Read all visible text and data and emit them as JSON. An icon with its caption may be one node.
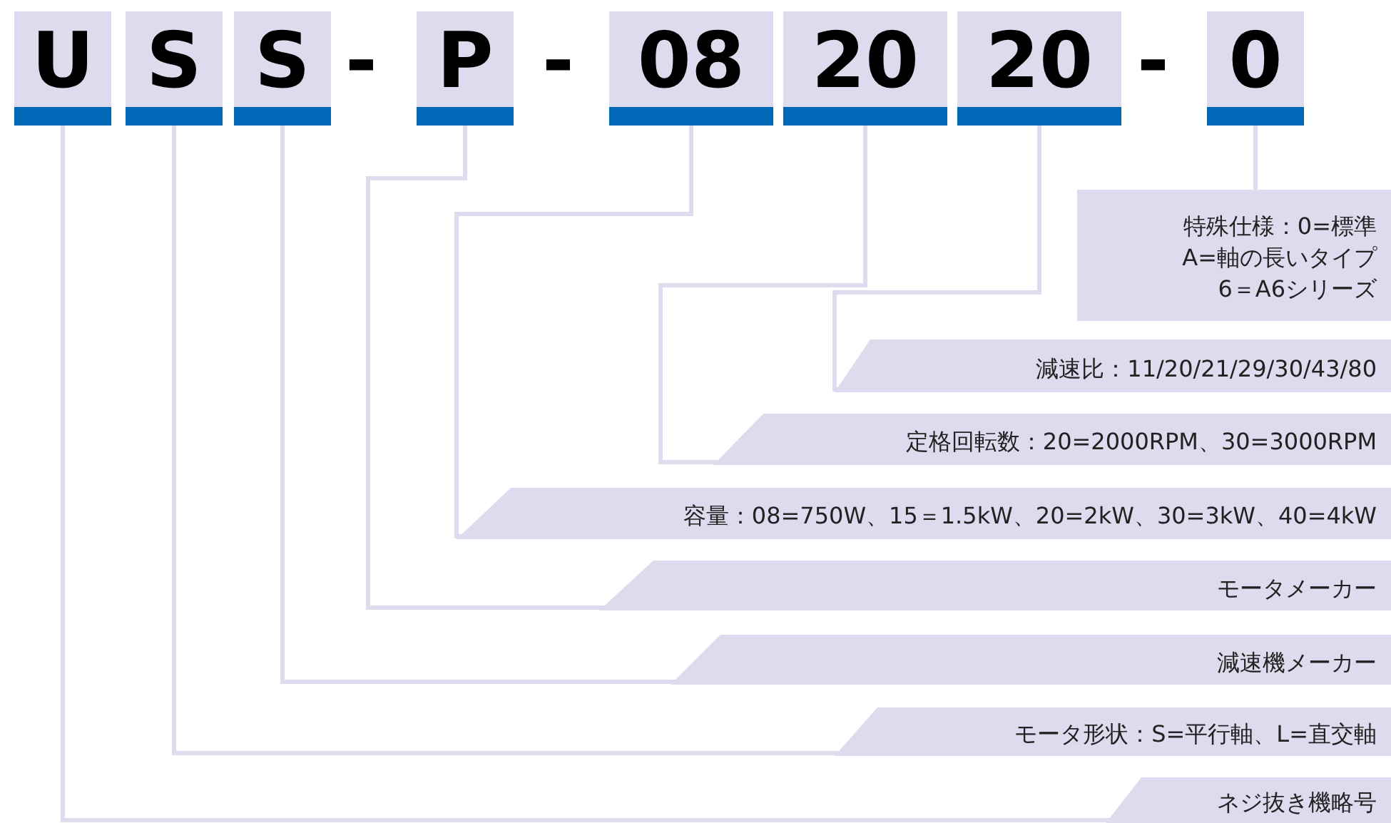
{
  "diagram": {
    "nodes": [
      {
        "text": [
          "U"
        ]
      },
      {
        "text": [
          "S"
        ]
      },
      {
        "text": [
          "S"
        ]
      },
      {
        "text": [
          "P"
        ]
      },
      {
        "text": [
          "08"
        ]
      },
      {
        "text": [
          "20"
        ]
      },
      {
        "text": [
          "20"
        ]
      },
      {
        "text": [
          "0"
        ]
      },
      {
        "text": [
          "特殊仕様：0=標準",
          "A=軸の長いタイプ",
          "6＝A6シリーズ"
        ]
      },
      {
        "text": [
          "減速比：11/20/21/29/30/43/80"
        ]
      },
      {
        "text": [
          "定格回転数：20=2000RPM、30=3000RPM"
        ]
      },
      {
        "text": [
          "容量：08=750W、15＝1.5kW、20=2kW、30=3kW、40=4kW"
        ]
      },
      {
        "text": [
          "モータメーカー"
        ]
      },
      {
        "text": [
          "減速機メーカー"
        ]
      },
      {
        "text": [
          "モータ形状：S=平行軸、L=直交軸"
        ]
      },
      {
        "text": [
          "ネジ抜き機略号"
        ]
      }
    ],
    "edges": [
      {
        "from": 7,
        "to": 8,
        "arrow": "none"
      },
      {
        "from": 6,
        "to": 9,
        "arrow": "none"
      },
      {
        "from": 5,
        "to": 10,
        "arrow": "none"
      },
      {
        "from": 4,
        "to": 11,
        "arrow": "none"
      },
      {
        "from": 3,
        "to": 12,
        "arrow": "none"
      },
      {
        "from": 2,
        "to": 13,
        "arrow": "none"
      },
      {
        "from": 1,
        "to": 14,
        "arrow": "none"
      },
      {
        "from": 0,
        "to": 15,
        "arrow": "none"
      }
    ],
    "labels": [
      "-",
      "-",
      "-"
    ]
  }
}
